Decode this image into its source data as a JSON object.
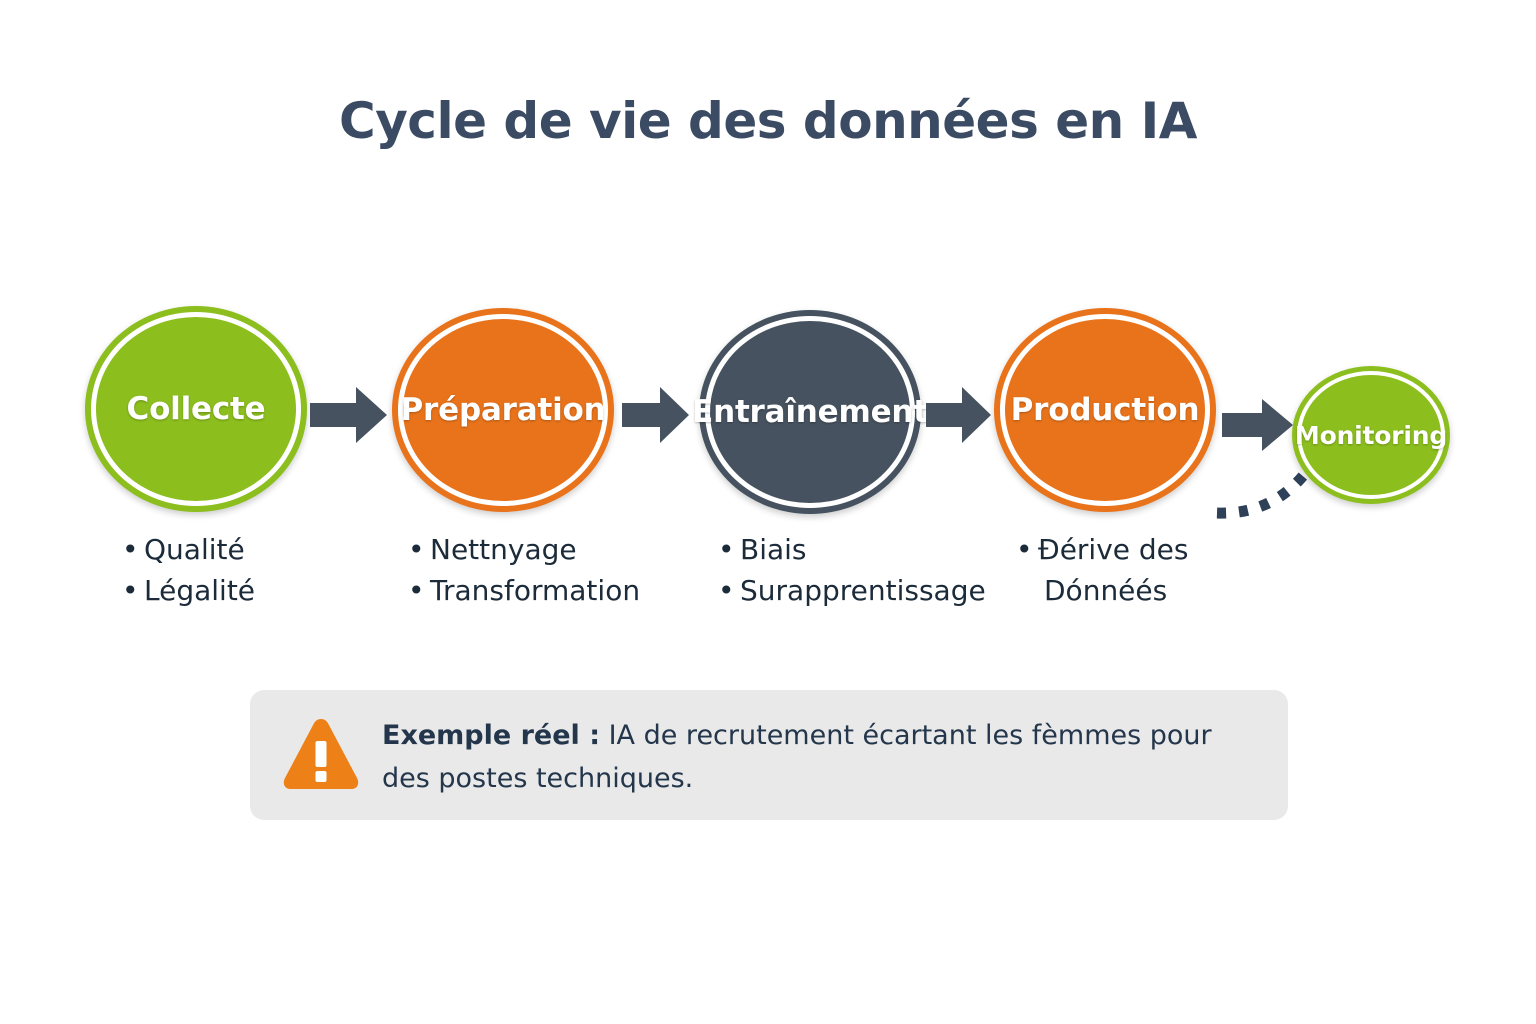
{
  "title": "Cycle de vie des données en IA",
  "colors": {
    "title": "#3B4B63",
    "green": "#8CBE1E",
    "orange": "#E8731B",
    "slate": "#46525F",
    "text": "#1C2B3A",
    "callout_bg": "#E9E9E9",
    "warning_orange": "#ED8016"
  },
  "stages": [
    {
      "id": "collecte",
      "label": "Collecte",
      "color": "green",
      "bullets": [
        "Qualité",
        "Légalité"
      ]
    },
    {
      "id": "preparation",
      "label": "Préparation",
      "color": "orange",
      "bullets": [
        "Nettnyage",
        "Transformation"
      ]
    },
    {
      "id": "entrainement",
      "label": "Entraînement",
      "color": "slate",
      "bullets": [
        "Biais",
        "Surapprentissage"
      ]
    },
    {
      "id": "production",
      "label": "Production",
      "color": "orange",
      "bullets": [
        "Ðérive des",
        "Dónnéés"
      ]
    },
    {
      "id": "monitoring",
      "label": "Monitoring",
      "color": "green",
      "bullets": []
    }
  ],
  "bullet_marker": "•",
  "callout": {
    "icon": "warning-triangle",
    "lead": "Exemple réel :",
    "body": " IA de recrutement écartant les fèmmes pour des postes techniques."
  }
}
